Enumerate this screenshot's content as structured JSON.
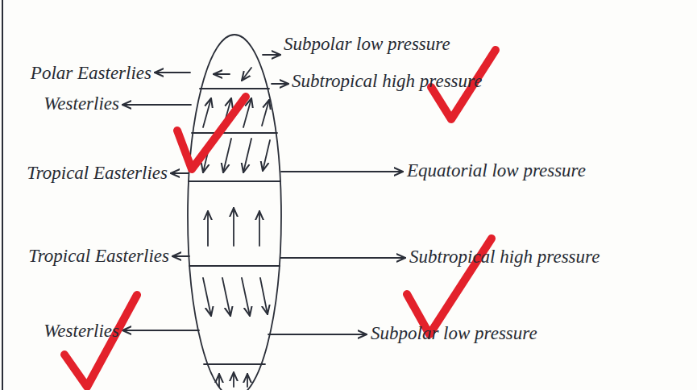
{
  "diagram": {
    "labels": [
      "Subpolar low pressure",
      "Polar Easterlies",
      "Subtropical high pressure",
      "Westerlies",
      "Tropical Easterlies",
      "Equatorial low pressure",
      "Tropical Easterlies",
      "Subtropical high pressure",
      "Westerlies",
      "Subpolar low pressure"
    ]
  }
}
